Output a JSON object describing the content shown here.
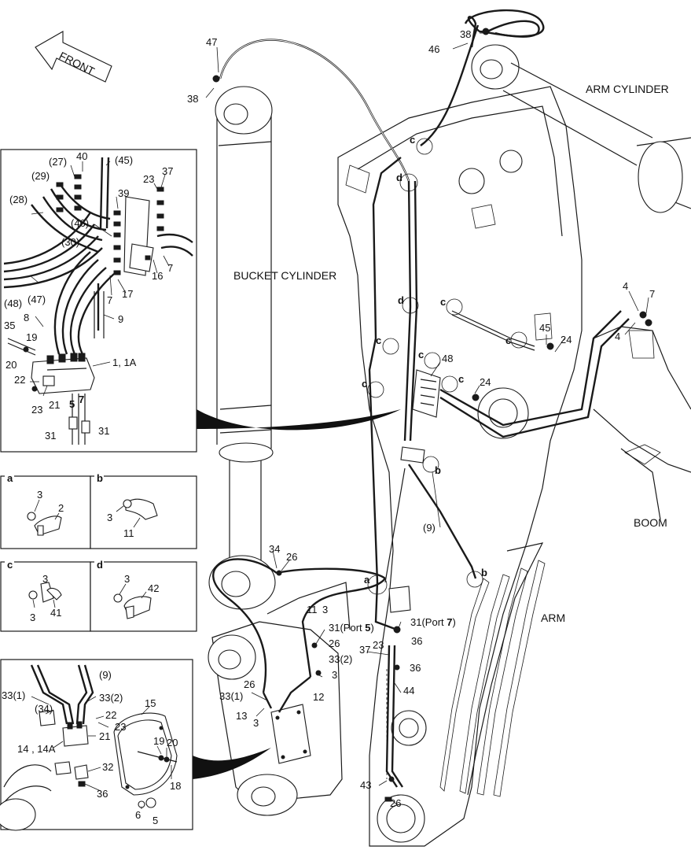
{
  "direction": {
    "label": "FRONT"
  },
  "components": {
    "arm_cylinder": "ARM CYLINDER",
    "bucket_cylinder": "BUCKET CYLINDER",
    "boom": "BOOM",
    "arm": "ARM"
  },
  "main_labels": [
    "47",
    "38",
    "38",
    "46",
    "4",
    "7",
    "4",
    "45",
    "24",
    "48",
    "24",
    "(9)",
    "34",
    "26",
    "11",
    "3",
    "26",
    "33(2)",
    "3",
    "12",
    "26",
    "33(1)",
    "13",
    "3",
    "36",
    "37",
    "23",
    "36",
    "44",
    "43",
    "26"
  ],
  "port_labels": [
    {
      "prefix": "31(Port ",
      "num": "5",
      "suffix": ")"
    },
    {
      "prefix": "31(Port ",
      "num": "7",
      "suffix": ")"
    }
  ],
  "callout_letters": [
    "c",
    "d",
    "d",
    "c",
    "c",
    "c",
    "c",
    "c",
    "c",
    "b",
    "a",
    "b"
  ],
  "inset_top": {
    "labels": [
      "(27)",
      "40",
      "(45)",
      "37",
      "(29)",
      "23",
      "(28)",
      "39",
      "(46)",
      "(30)",
      "16",
      "7",
      "7",
      "17",
      "(48)",
      "(47)",
      "9",
      "8",
      "35",
      "19",
      "1, 1A",
      "20",
      "22",
      "21",
      "23",
      "31",
      "31"
    ],
    "bold_labels": [
      "5",
      "7"
    ]
  },
  "inset_a": {
    "letter": "a",
    "labels": [
      "3",
      "2"
    ]
  },
  "inset_b": {
    "letter": "b",
    "labels": [
      "3",
      "11"
    ]
  },
  "inset_c": {
    "letter": "c",
    "labels": [
      "3",
      "41",
      "3"
    ]
  },
  "inset_d": {
    "letter": "d",
    "labels": [
      "3",
      "42"
    ]
  },
  "inset_bottom": {
    "labels": [
      "(9)",
      "33(1)",
      "33(2)",
      "15",
      "(34)",
      "22",
      "23",
      "21",
      "14 , 14A",
      "19",
      "20",
      "32",
      "18",
      "36",
      "6",
      "5"
    ]
  }
}
